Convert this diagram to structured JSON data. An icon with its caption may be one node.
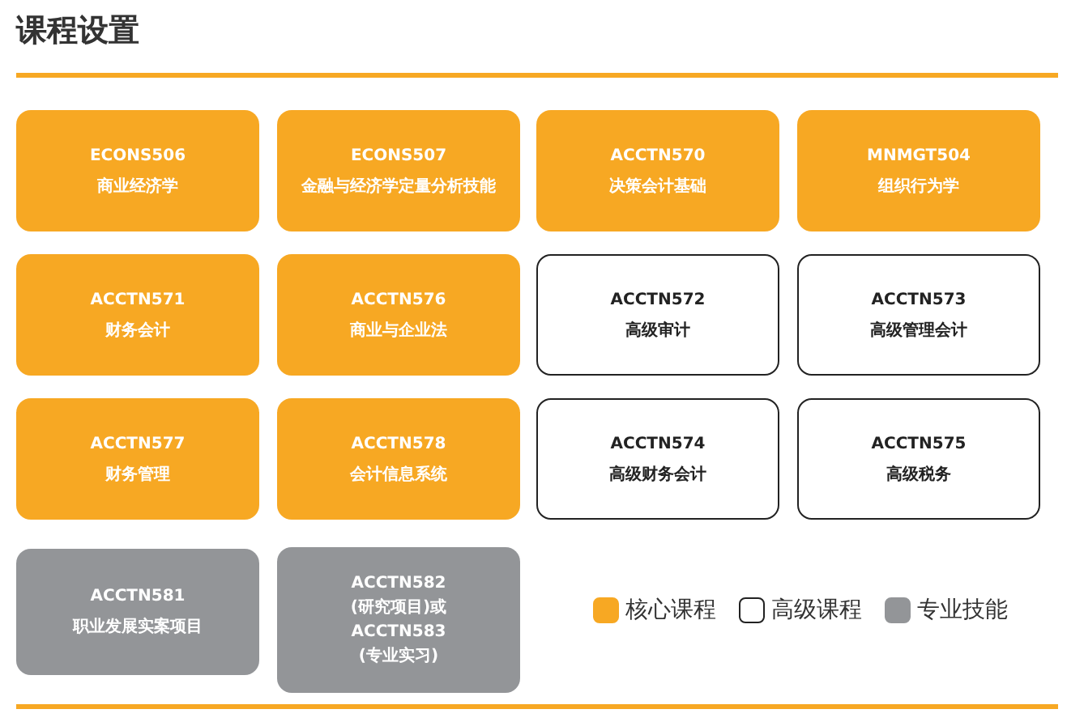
{
  "diagram": {
    "title": "课程设置",
    "nodes": [
      {
        "text": [
          "ECONS506",
          "商业经济学"
        ]
      },
      {
        "text": [
          "ECONS507",
          "金融与经济学定量分析技能"
        ]
      },
      {
        "text": [
          "ACCTN570",
          "决策会计基础"
        ]
      },
      {
        "text": [
          "MNMGT504",
          "组织行为学"
        ]
      },
      {
        "text": [
          "ACCTN571",
          "财务会计"
        ]
      },
      {
        "text": [
          "ACCTN576",
          "商业与企业法"
        ]
      },
      {
        "text": [
          "ACCTN572",
          "高级审计"
        ]
      },
      {
        "text": [
          "ACCTN573",
          "高级管理会计"
        ]
      },
      {
        "text": [
          "ACCTN577",
          "财务管理"
        ]
      },
      {
        "text": [
          "ACCTN578",
          "会计信息系统"
        ]
      },
      {
        "text": [
          "ACCTN574",
          "高级财务会计"
        ]
      },
      {
        "text": [
          "ACCTN575",
          "高级税务"
        ]
      },
      {
        "text": [
          "ACCTN581",
          "职业发展实案项目"
        ]
      },
      {
        "text": [
          "ACCTN582",
          "(研究项目)或",
          "ACCTN583",
          "(专业实习)"
        ]
      }
    ],
    "edges": [],
    "legend": [
      {
        "text": "核心课程",
        "color": "#f7a823"
      },
      {
        "text": "高级课程",
        "color": "#ffffff"
      },
      {
        "text": "专业技能",
        "color": "#939598"
      }
    ]
  }
}
